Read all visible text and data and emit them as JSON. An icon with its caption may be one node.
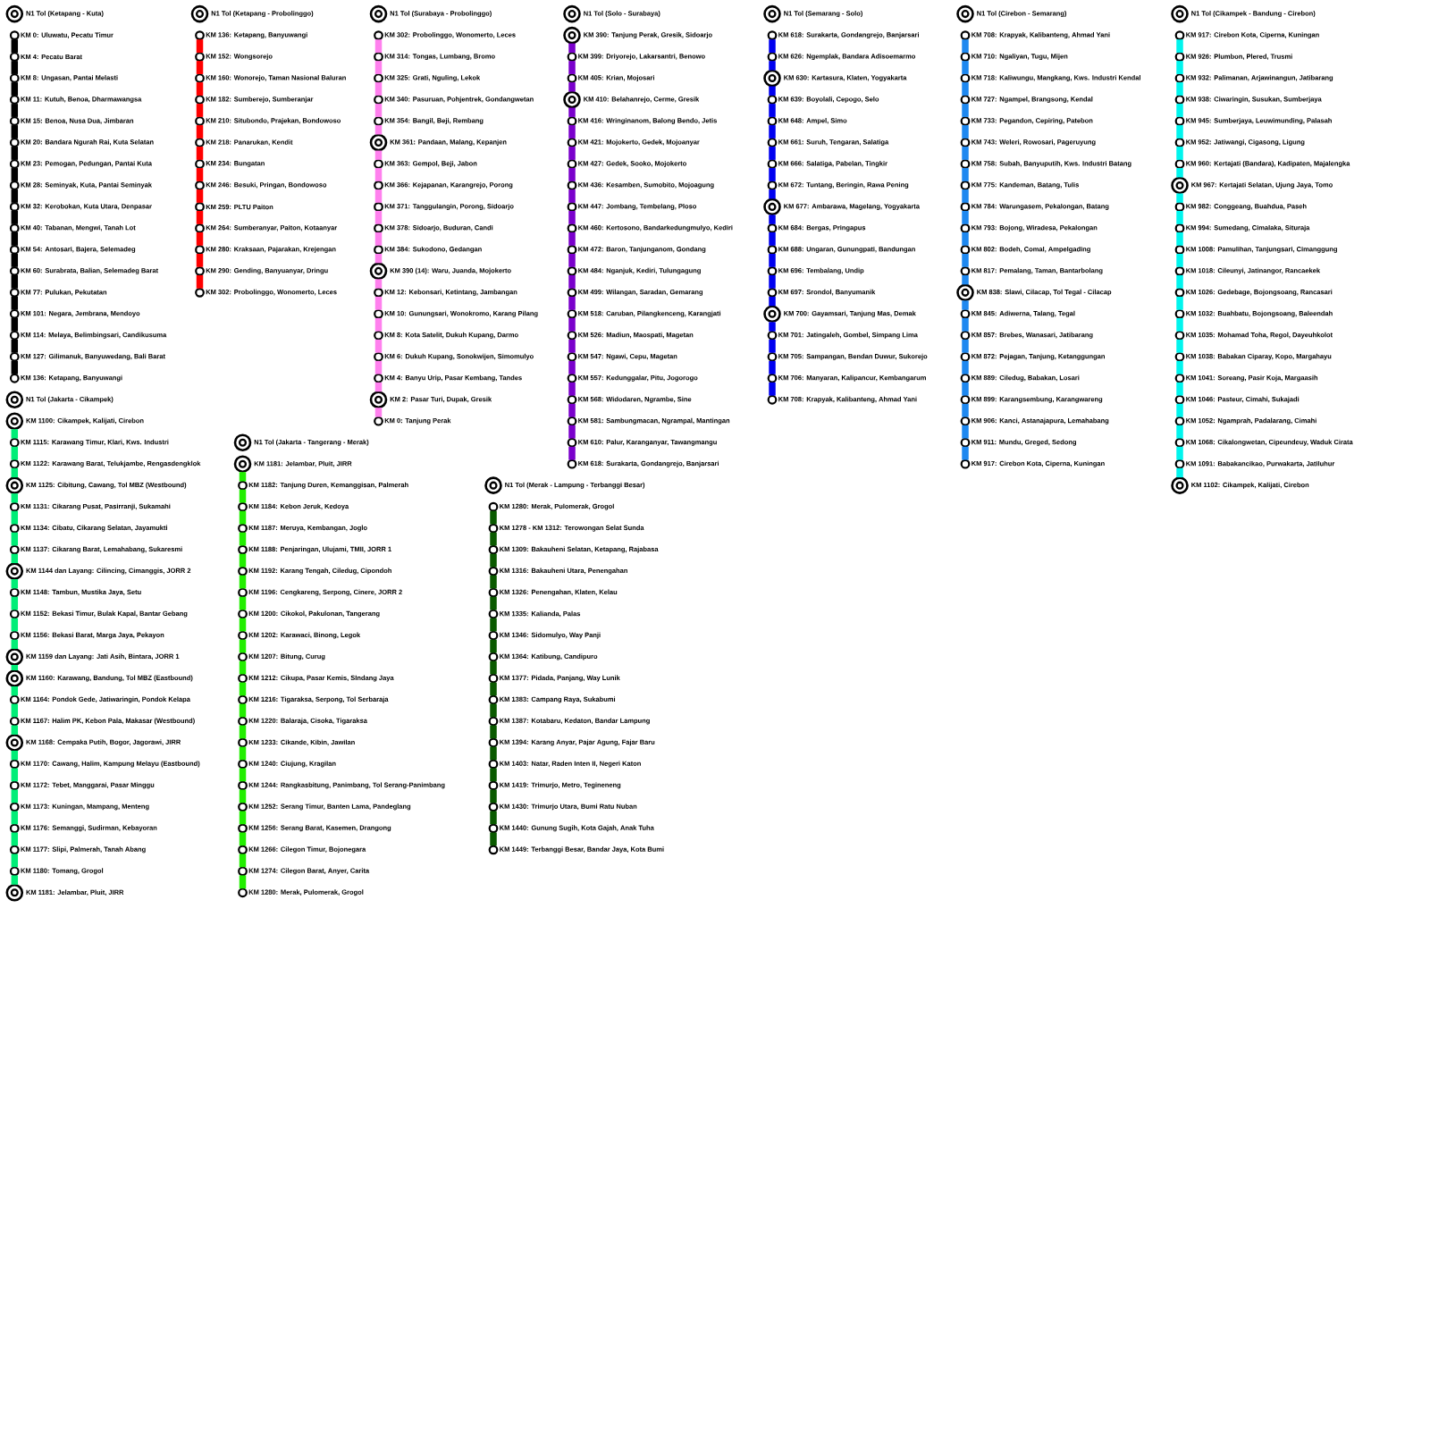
{
  "diagram": {
    "nodes": [
      {
        "text": [
          "N1 Tol (Ketapang - Kuta)"
        ]
      },
      {
        "text": [
          "KM 0: Uluwatu, Pecatu Timur"
        ]
      },
      {
        "text": [
          "KM 4: Pecatu Barat"
        ]
      },
      {
        "text": [
          "KM 8: Ungasan, Pantai Melasti"
        ]
      },
      {
        "text": [
          "KM 11: Kutuh, Benoa, Dharmawangsa"
        ]
      },
      {
        "text": [
          "KM 15: Benoa, Nusa Dua, Jimbaran"
        ]
      },
      {
        "text": [
          "KM 20: Bandara Ngurah Rai, Kuta Selatan"
        ]
      },
      {
        "text": [
          "KM 23: Pemogan, Pedungan, Pantai Kuta"
        ]
      },
      {
        "text": [
          "KM 28: Seminyak, Kuta, Pantai Seminyak"
        ]
      },
      {
        "text": [
          "KM 32: Kerobokan, Kuta Utara, Denpasar"
        ]
      },
      {
        "text": [
          "KM 40: Tabanan, Mengwi, Tanah Lot"
        ]
      },
      {
        "text": [
          "KM 54: Antosari, Bajera, Selemadeg"
        ]
      },
      {
        "text": [
          "KM 60: Surabrata, Balian, Selemadeg Barat"
        ]
      },
      {
        "text": [
          "KM 77: Pulukan, Pekutatan"
        ]
      },
      {
        "text": [
          "KM 101: Negara, Jembrana, Mendoyo"
        ]
      },
      {
        "text": [
          "KM 114: Melaya, Belimbingsari, Candikusuma"
        ]
      },
      {
        "text": [
          "KM 127: Gilimanuk, Banyuwedang, Bali Barat"
        ]
      },
      {
        "text": [
          "KM 136: Ketapang, Banyuwangi"
        ]
      },
      {
        "text": [
          "N1 Tol (Ketapang - Probolinggo)"
        ]
      },
      {
        "text": [
          "KM 136: Ketapang, Banyuwangi"
        ]
      },
      {
        "text": [
          "KM 152: Wongsorejo"
        ]
      },
      {
        "text": [
          "KM 160: Wonorejo, Taman Nasional Baluran"
        ]
      },
      {
        "text": [
          "KM 182: Sumberejo, Sumberanjar"
        ]
      },
      {
        "text": [
          "KM 210: Situbondo, Prajekan, Bondowoso"
        ]
      },
      {
        "text": [
          "KM 218: Panarukan, Kendit"
        ]
      },
      {
        "text": [
          "KM 234: Bungatan"
        ]
      },
      {
        "text": [
          "KM 246: Besuki, Pringan, Bondowoso"
        ]
      },
      {
        "text": [
          "KM 259: PLTU Paiton"
        ]
      },
      {
        "text": [
          "KM 264: Sumberanyar, Paiton, Kotaanyar"
        ]
      },
      {
        "text": [
          "KM 280: Kraksaan, Pajarakan, Krejengan"
        ]
      },
      {
        "text": [
          "KM 290: Gending, Banyuanyar, Dringu"
        ]
      },
      {
        "text": [
          "KM 302: Probolinggo, Wonomerto, Leces"
        ]
      },
      {
        "text": [
          "N1 Tol (Surabaya - Probolinggo)"
        ]
      },
      {
        "text": [
          "KM 302: Probolinggo, Wonomerto, Leces"
        ]
      },
      {
        "text": [
          "KM 314: Tongas, Lumbang, Bromo"
        ]
      },
      {
        "text": [
          "KM 325: Grati, Nguling, Lekok"
        ]
      },
      {
        "text": [
          "KM 340: Pasuruan, Pohjentrek, Gondangwetan"
        ]
      },
      {
        "text": [
          "KM 354: Bangil, Beji, Rembang"
        ]
      },
      {
        "text": [
          "KM 361: Pandaan, Malang, Kepanjen"
        ]
      },
      {
        "text": [
          "KM 363: Gempol, Beji, Jabon"
        ]
      },
      {
        "text": [
          "KM 366: Kejapanan, Karangrejo, Porong"
        ]
      },
      {
        "text": [
          "KM 371: Tanggulangin, Porong, Sidoarjo"
        ]
      },
      {
        "text": [
          "KM 378: Sidoarjo, Buduran, Candi"
        ]
      },
      {
        "text": [
          "KM 384: Sukodono, Gedangan"
        ]
      },
      {
        "text": [
          "KM 390 (14): Waru, Juanda, Mojokerto"
        ]
      },
      {
        "text": [
          "KM 12: Kebonsari, Ketintang, Jambangan"
        ]
      },
      {
        "text": [
          "KM 10: Gunungsari, Wonokromo, Karang Pilang"
        ]
      },
      {
        "text": [
          "KM 8: Kota Satelit, Dukuh Kupang, Darmo"
        ]
      },
      {
        "text": [
          "KM 6: Dukuh Kupang, Sonokwijen, Simomulyo"
        ]
      },
      {
        "text": [
          "KM 4: Banyu Urip, Pasar Kembang, Tandes"
        ]
      },
      {
        "text": [
          "KM 2: Pasar Turi, Dupak, Gresik"
        ]
      },
      {
        "text": [
          "KM 0: Tanjung Perak"
        ]
      },
      {
        "text": [
          "N1 Tol (Solo - Surabaya)"
        ]
      },
      {
        "text": [
          "KM 390: Tanjung Perak, Gresik, Sidoarjo"
        ]
      },
      {
        "text": [
          "KM 399: Driyorejo, Lakarsantri, Benowo"
        ]
      },
      {
        "text": [
          "KM 405: Krian, Mojosari"
        ]
      },
      {
        "text": [
          "KM 410: Belahanrejo, Cerme, Gresik"
        ]
      },
      {
        "text": [
          "KM 416: Wringinanom, Balong Bendo, Jetis"
        ]
      },
      {
        "text": [
          "KM 421: Mojokerto, Gedek, Mojoanyar"
        ]
      },
      {
        "text": [
          "KM 427: Gedek, Sooko, Mojokerto"
        ]
      },
      {
        "text": [
          "KM 436: Kesamben, Sumobito, Mojoagung"
        ]
      },
      {
        "text": [
          "KM 447: Jombang, Tembelang, Ploso"
        ]
      },
      {
        "text": [
          "KM 460: Kertosono, Bandarkedungmulyo, Kediri"
        ]
      },
      {
        "text": [
          "KM 472: Baron, Tanjunganom, Gondang"
        ]
      },
      {
        "text": [
          "KM 484: Nganjuk, Kediri, Tulungagung"
        ]
      },
      {
        "text": [
          "KM 499: Wilangan, Saradan, Gemarang"
        ]
      },
      {
        "text": [
          "KM 518: Caruban, Pilangkenceng, Karangjati"
        ]
      },
      {
        "text": [
          "KM 526: Madiun, Maospati, Magetan"
        ]
      },
      {
        "text": [
          "KM 547: Ngawi, Cepu, Magetan"
        ]
      },
      {
        "text": [
          "KM 557: Kedunggalar, Pitu, Jogorogo"
        ]
      },
      {
        "text": [
          "KM 568: Widodaren, Ngrambe, Sine"
        ]
      },
      {
        "text": [
          "KM 581: Sambungmacan, Ngrampal, Mantingan"
        ]
      },
      {
        "text": [
          "KM 610: Palur, Karanganyar, Tawangmangu"
        ]
      },
      {
        "text": [
          "KM 618: Surakarta, Gondangrejo, Banjarsari"
        ]
      },
      {
        "text": [
          "N1 Tol (Semarang - Solo)"
        ]
      },
      {
        "text": [
          "KM 618: Surakarta, Gondangrejo, Banjarsari"
        ]
      },
      {
        "text": [
          "KM 626: Ngemplak, Bandara Adisoemarmo"
        ]
      },
      {
        "text": [
          "KM 630: Kartasura, Klaten, Yogyakarta"
        ]
      },
      {
        "text": [
          "KM 639: Boyolali, Cepogo, Selo"
        ]
      },
      {
        "text": [
          "KM 648: Ampel, Simo"
        ]
      },
      {
        "text": [
          "KM 661: Suruh, Tengaran, Salatiga"
        ]
      },
      {
        "text": [
          "KM 666: Salatiga, Pabelan, Tingkir"
        ]
      },
      {
        "text": [
          "KM 672: Tuntang, Beringin, Rawa Pening"
        ]
      },
      {
        "text": [
          "KM 677: Ambarawa, Magelang, Yogyakarta"
        ]
      },
      {
        "text": [
          "KM 684: Bergas, Pringapus"
        ]
      },
      {
        "text": [
          "KM 688: Ungaran, Gunungpati, Bandungan"
        ]
      },
      {
        "text": [
          "KM 696: Tembalang, Undip"
        ]
      },
      {
        "text": [
          "KM 697: Srondol, Banyumanik"
        ]
      },
      {
        "text": [
          "KM 700: Gayamsari, Tanjung Mas, Demak"
        ]
      },
      {
        "text": [
          "KM 701: Jatingaleh, Gombel, Simpang Lima"
        ]
      },
      {
        "text": [
          "KM 705: Sampangan, Bendan Duwur, Sukorejo"
        ]
      },
      {
        "text": [
          "KM 706: Manyaran, Kalipancur, Kembangarum"
        ]
      },
      {
        "text": [
          "KM 708: Krapyak, Kalibanteng, Ahmad Yani"
        ]
      },
      {
        "text": [
          "N1 Tol (Cirebon - Semarang)"
        ]
      },
      {
        "text": [
          "KM 708: Krapyak, Kalibanteng, Ahmad Yani"
        ]
      },
      {
        "text": [
          "KM 710: Ngaliyan, Tugu, Mijen"
        ]
      },
      {
        "text": [
          "KM 718: Kaliwungu, Mangkang, Kws. Industri Kendal"
        ]
      },
      {
        "text": [
          "KM 727: Ngampel, Brangsong, Kendal"
        ]
      },
      {
        "text": [
          "KM 733: Pegandon, Cepiring, Patebon"
        ]
      },
      {
        "text": [
          "KM 743: Weleri, Rowosari, Pageruyung"
        ]
      },
      {
        "text": [
          "KM 758: Subah, Banyuputih, Kws. Industri Batang"
        ]
      },
      {
        "text": [
          "KM 775: Kandeman, Batang, Tulis"
        ]
      },
      {
        "text": [
          "KM 784: Warungasem, Pekalongan, Batang"
        ]
      },
      {
        "text": [
          "KM 793: Bojong, Wiradesa, Pekalongan"
        ]
      },
      {
        "text": [
          "KM 802: Bodeh, Comal, Ampelgading"
        ]
      },
      {
        "text": [
          "KM 817: Pemalang, Taman, Bantarbolang"
        ]
      },
      {
        "text": [
          "KM 838: Slawi, Cilacap, Tol Tegal - Cilacap"
        ]
      },
      {
        "text": [
          "KM 845: Adiwerna, Talang, Tegal"
        ]
      },
      {
        "text": [
          "KM 857: Brebes, Wanasari, Jatibarang"
        ]
      },
      {
        "text": [
          "KM 872: Pejagan, Tanjung, Ketanggungan"
        ]
      },
      {
        "text": [
          "KM 889: Ciledug, Babakan, Losari"
        ]
      },
      {
        "text": [
          "KM 899: Karangsembung, Karangwareng"
        ]
      },
      {
        "text": [
          "KM 906: Kanci, Astanajapura, Lemahabang"
        ]
      },
      {
        "text": [
          "KM 911: Mundu, Greged, Sedong"
        ]
      },
      {
        "text": [
          "KM 917: Cirebon Kota, Ciperna, Kuningan"
        ]
      },
      {
        "text": [
          "N1 Tol (Cikampek - Bandung - Cirebon)"
        ]
      },
      {
        "text": [
          "KM 917: Cirebon Kota, Ciperna, Kuningan"
        ]
      },
      {
        "text": [
          "KM 926: Plumbon, Plered, Trusmi"
        ]
      },
      {
        "text": [
          "KM 932: Palimanan, Arjawinangun, Jatibarang"
        ]
      },
      {
        "text": [
          "KM 938: Ciwaringin, Susukan, Sumberjaya"
        ]
      },
      {
        "text": [
          "KM 945: Sumberjaya, Leuwimunding, Palasah"
        ]
      },
      {
        "text": [
          "KM 952: Jatiwangi, Cigasong, Ligung"
        ]
      },
      {
        "text": [
          "KM 960: Kertajati (Bandara), Kadipaten, Majalengka"
        ]
      },
      {
        "text": [
          "KM 967: Kertajati Selatan, Ujung Jaya, Tomo"
        ]
      },
      {
        "text": [
          "KM 982: Conggeang, Buahdua, Paseh"
        ]
      },
      {
        "text": [
          "KM 994: Sumedang, Cimalaka, Situraja"
        ]
      },
      {
        "text": [
          "KM 1008: Pamulihan, Tanjungsari, Cimanggung"
        ]
      },
      {
        "text": [
          "KM 1018: Cileunyi, Jatinangor, Rancaekek"
        ]
      },
      {
        "text": [
          "KM 1026: Gedebage, Bojongsoang, Rancasari"
        ]
      },
      {
        "text": [
          "KM 1032: Buahbatu, Bojongsoang, Baleendah"
        ]
      },
      {
        "text": [
          "KM 1035: Mohamad Toha, Regol, Dayeuhkolot"
        ]
      },
      {
        "text": [
          "KM 1038: Babakan Ciparay, Kopo, Margahayu"
        ]
      },
      {
        "text": [
          "KM 1041: Soreang, Pasir Koja, Margaasih"
        ]
      },
      {
        "text": [
          "KM 1046: Pasteur, Cimahi, Sukajadi"
        ]
      },
      {
        "text": [
          "KM 1052: Ngamprah, Padalarang, Cimahi"
        ]
      },
      {
        "text": [
          "KM 1068: Cikalongwetan, Cipeundeuy, Waduk Cirata"
        ]
      },
      {
        "text": [
          "KM 1091: Babakancikao, Purwakarta, Jatiluhur"
        ]
      },
      {
        "text": [
          "KM 1102: Cikampek, Kalijati, Cirebon"
        ]
      },
      {
        "text": [
          "N1 Tol (Jakarta - Cikampek)"
        ]
      },
      {
        "text": [
          "KM 1100: Cikampek, Kalijati, Cirebon"
        ]
      },
      {
        "text": [
          "KM 1115: Karawang Timur, Klari, Kws. Industri"
        ]
      },
      {
        "text": [
          "KM 1122: Karawang Barat, Telukjambe, Rengasdengklok"
        ]
      },
      {
        "text": [
          "KM 1125: Cibitung, Cawang, Tol MBZ (Westbound)"
        ]
      },
      {
        "text": [
          "KM 1131: Cikarang Pusat, Pasirranji, Sukamahi"
        ]
      },
      {
        "text": [
          "KM 1134: Cibatu, Cikarang Selatan, Jayamukti"
        ]
      },
      {
        "text": [
          "KM 1137: Cikarang Barat, Lemahabang, Sukaresmi"
        ]
      },
      {
        "text": [
          "KM 1144 dan Layang: Cilincing, Cimanggis, JORR 2"
        ]
      },
      {
        "text": [
          "KM 1148: Tambun, Mustika Jaya, Setu"
        ]
      },
      {
        "text": [
          "KM 1152: Bekasi Timur, Bulak Kapal, Bantar Gebang"
        ]
      },
      {
        "text": [
          "KM 1156: Bekasi Barat, Marga Jaya, Pekayon"
        ]
      },
      {
        "text": [
          "KM 1159 dan Layang: Jati Asih, Bintara, JORR 1"
        ]
      },
      {
        "text": [
          "KM 1160: Karawang, Bandung, Tol MBZ (Eastbound)"
        ]
      },
      {
        "text": [
          "KM 1164: Pondok Gede, Jatiwaringin, Pondok Kelapa"
        ]
      },
      {
        "text": [
          "KM 1167: Halim PK, Kebon Pala, Makasar (Westbound)"
        ]
      },
      {
        "text": [
          "KM 1168: Cempaka Putih, Bogor, Jagorawi, JIRR"
        ]
      },
      {
        "text": [
          "KM 1170: Cawang, Halim, Kampung Melayu (Eastbound)"
        ]
      },
      {
        "text": [
          "KM 1172: Tebet, Manggarai, Pasar Minggu"
        ]
      },
      {
        "text": [
          "KM 1173: Kuningan, Mampang, Menteng"
        ]
      },
      {
        "text": [
          "KM 1176: Semanggi, Sudirman, Kebayoran"
        ]
      },
      {
        "text": [
          "KM 1177: Slipi, Palmerah, Tanah Abang"
        ]
      },
      {
        "text": [
          "KM 1180: Tomang, Grogol"
        ]
      },
      {
        "text": [
          "KM 1181: Jelambar, Pluit, JIRR"
        ]
      },
      {
        "text": [
          "N1 Tol (Jakarta - Tangerang - Merak)"
        ]
      },
      {
        "text": [
          "KM 1181: Jelambar, Pluit, JIRR"
        ]
      },
      {
        "text": [
          "KM 1182: Tanjung Duren, Kemanggisan, Palmerah"
        ]
      },
      {
        "text": [
          "KM 1184: Kebon Jeruk, Kedoya"
        ]
      },
      {
        "text": [
          "KM 1187: Meruya, Kembangan, Joglo"
        ]
      },
      {
        "text": [
          "KM 1188: Penjaringan, Ulujami, TMII, JORR 1"
        ]
      },
      {
        "text": [
          "KM 1192: Karang Tengah, Ciledug, Cipondoh"
        ]
      },
      {
        "text": [
          "KM 1196: Cengkareng, Serpong, Cinere, JORR 2"
        ]
      },
      {
        "text": [
          "KM 1200: Cikokol, Pakulonan, Tangerang"
        ]
      },
      {
        "text": [
          "KM 1202: Karawaci, Binong, Legok"
        ]
      },
      {
        "text": [
          "KM 1207: Bitung, Curug"
        ]
      },
      {
        "text": [
          "KM 1212: Cikupa, Pasar Kemis, SIndang Jaya"
        ]
      },
      {
        "text": [
          "KM 1216: Tigaraksa, Serpong, Tol Serbaraja"
        ]
      },
      {
        "text": [
          "KM 1220: Balaraja, Cisoka, Tigaraksa"
        ]
      },
      {
        "text": [
          "KM 1233: Cikande, Kibin, Jawilan"
        ]
      },
      {
        "text": [
          "KM 1240: Ciujung, Kragilan"
        ]
      },
      {
        "text": [
          "KM 1244: Rangkasbitung, Panimbang, Tol Serang-Panimbang"
        ]
      },
      {
        "text": [
          "KM 1252: Serang Timur, Banten Lama, Pandeglang"
        ]
      },
      {
        "text": [
          "KM 1256: Serang Barat, Kasemen, Drangong"
        ]
      },
      {
        "text": [
          "KM 1266: Cilegon Timur, Bojonegara"
        ]
      },
      {
        "text": [
          "KM 1274: Cilegon Barat, Anyer, Carita"
        ]
      },
      {
        "text": [
          "KM 1280: Merak, Pulomerak, Grogol"
        ]
      },
      {
        "text": [
          "N1 Tol (Merak - Lampung - Terbanggi Besar)"
        ]
      },
      {
        "text": [
          "KM 1280: Merak, Pulomerak, Grogol"
        ]
      },
      {
        "text": [
          "KM 1278 - KM 1312: Terowongan Selat Sunda"
        ]
      },
      {
        "text": [
          "KM 1309: Bakauheni Selatan, Ketapang, Rajabasa"
        ]
      },
      {
        "text": [
          "KM 1316: Bakauheni Utara, Penengahan"
        ]
      },
      {
        "text": [
          "KM 1326: Penengahan, Klaten, Kelau"
        ]
      },
      {
        "text": [
          "KM 1335: Kalianda, Palas"
        ]
      },
      {
        "text": [
          "KM 1346: Sidomulyo, Way Panji"
        ]
      },
      {
        "text": [
          "KM 1364: Katibung, Candipuro"
        ]
      },
      {
        "text": [
          "KM 1377: Pidada, Panjang, Way Lunik"
        ]
      },
      {
        "text": [
          "KM 1383: Campang Raya, Sukabumi"
        ]
      },
      {
        "text": [
          "KM 1387: Kotabaru, Kedaton, Bandar Lampung"
        ]
      },
      {
        "text": [
          "KM 1394: Karang Anyar, Pajar Agung, Fajar Baru"
        ]
      },
      {
        "text": [
          "KM 1403: Natar, Raden Inten II, Negeri Katon"
        ]
      },
      {
        "text": [
          "KM 1419: Trimurjo, Metro, Tegineneng"
        ]
      },
      {
        "text": [
          "KM 1430: Trimurjo Utara, Bumi Ratu Nuban"
        ]
      },
      {
        "text": [
          "KM 1440: Gunung Sugih, Kota Gajah, Anak Tuha"
        ]
      },
      {
        "text": [
          "KM 1449: Terbanggi Besar, Bandar Jaya, Kota Bumi"
        ]
      }
    ],
    "edges": [
      {
        "from": 1,
        "to": 2,
        "arrow": "none",
        "color": "#000000"
      },
      {
        "from": 2,
        "to": 3,
        "arrow": "none",
        "color": "#000000"
      },
      {
        "from": 3,
        "to": 4,
        "arrow": "none",
        "color": "#000000"
      },
      {
        "from": 4,
        "to": 5,
        "arrow": "none",
        "color": "#000000"
      },
      {
        "from": 5,
        "to": 6,
        "arrow": "none",
        "color": "#000000"
      },
      {
        "from": 6,
        "to": 7,
        "arrow": "none",
        "color": "#000000"
      },
      {
        "from": 7,
        "to": 8,
        "arrow": "none",
        "color": "#000000"
      },
      {
        "from": 8,
        "to": 9,
        "arrow": "none",
        "color": "#000000"
      },
      {
        "from": 9,
        "to": 10,
        "arrow": "none",
        "color": "#000000"
      },
      {
        "from": 10,
        "to": 11,
        "arrow": "none",
        "color": "#000000"
      },
      {
        "from": 11,
        "to": 12,
        "arrow": "none",
        "color": "#000000"
      },
      {
        "from": 12,
        "to": 13,
        "arrow": "none",
        "color": "#000000"
      },
      {
        "from": 13,
        "to": 14,
        "arrow": "none",
        "color": "#000000"
      },
      {
        "from": 14,
        "to": 15,
        "arrow": "none",
        "color": "#000000"
      },
      {
        "from": 15,
        "to": 16,
        "arrow": "none",
        "color": "#000000"
      },
      {
        "from": 16,
        "to": 17,
        "arrow": "none",
        "color": "#000000"
      },
      {
        "from": 19,
        "to": 20,
        "arrow": "none",
        "color": "#ff0000"
      },
      {
        "from": 20,
        "to": 21,
        "arrow": "none",
        "color": "#ff0000"
      },
      {
        "from": 21,
        "to": 22,
        "arrow": "none",
        "color": "#ff0000"
      },
      {
        "from": 22,
        "to": 23,
        "arrow": "none",
        "color": "#ff0000"
      },
      {
        "from": 23,
        "to": 24,
        "arrow": "none",
        "color": "#ff0000"
      },
      {
        "from": 24,
        "to": 25,
        "arrow": "none",
        "color": "#ff0000"
      },
      {
        "from": 25,
        "to": 26,
        "arrow": "none",
        "color": "#ff0000"
      },
      {
        "from": 26,
        "to": 27,
        "arrow": "none",
        "color": "#ff0000"
      },
      {
        "from": 27,
        "to": 28,
        "arrow": "none",
        "color": "#ff0000"
      },
      {
        "from": 28,
        "to": 29,
        "arrow": "none",
        "color": "#ff0000"
      },
      {
        "from": 29,
        "to": 30,
        "arrow": "none",
        "color": "#ff0000"
      },
      {
        "from": 30,
        "to": 31,
        "arrow": "none",
        "color": "#ff0000"
      },
      {
        "from": 33,
        "to": 34,
        "arrow": "none",
        "color": "#ff80ee"
      },
      {
        "from": 34,
        "to": 35,
        "arrow": "none",
        "color": "#ff80ee"
      },
      {
        "from": 35,
        "to": 36,
        "arrow": "none",
        "color": "#ff80ee"
      },
      {
        "from": 36,
        "to": 37,
        "arrow": "none",
        "color": "#ff80ee"
      },
      {
        "from": 37,
        "to": 38,
        "arrow": "none",
        "color": "#ff80ee"
      },
      {
        "from": 38,
        "to": 39,
        "arrow": "none",
        "color": "#ff80ee"
      },
      {
        "from": 39,
        "to": 40,
        "arrow": "none",
        "color": "#ff80ee"
      },
      {
        "from": 40,
        "to": 41,
        "arrow": "none",
        "color": "#ff80ee"
      },
      {
        "from": 41,
        "to": 42,
        "arrow": "none",
        "color": "#ff80ee"
      },
      {
        "from": 42,
        "to": 43,
        "arrow": "none",
        "color": "#ff80ee"
      },
      {
        "from": 43,
        "to": 44,
        "arrow": "none",
        "color": "#ff80ee"
      },
      {
        "from": 44,
        "to": 45,
        "arrow": "none",
        "color": "#ff80ee"
      },
      {
        "from": 45,
        "to": 46,
        "arrow": "none",
        "color": "#ff80ee"
      },
      {
        "from": 46,
        "to": 47,
        "arrow": "none",
        "color": "#ff80ee"
      },
      {
        "from": 47,
        "to": 48,
        "arrow": "none",
        "color": "#ff80ee"
      },
      {
        "from": 48,
        "to": 49,
        "arrow": "none",
        "color": "#ff80ee"
      },
      {
        "from": 49,
        "to": 50,
        "arrow": "none",
        "color": "#ff80ee"
      },
      {
        "from": 50,
        "to": 51,
        "arrow": "none",
        "color": "#ff80ee"
      },
      {
        "from": 53,
        "to": 54,
        "arrow": "none",
        "color": "#7a00cc"
      },
      {
        "from": 54,
        "to": 55,
        "arrow": "none",
        "color": "#7a00cc"
      },
      {
        "from": 55,
        "to": 56,
        "arrow": "none",
        "color": "#7a00cc"
      },
      {
        "from": 56,
        "to": 57,
        "arrow": "none",
        "color": "#7a00cc"
      },
      {
        "from": 57,
        "to": 58,
        "arrow": "none",
        "color": "#7a00cc"
      },
      {
        "from": 58,
        "to": 59,
        "arrow": "none",
        "color": "#7a00cc"
      },
      {
        "from": 59,
        "to": 60,
        "arrow": "none",
        "color": "#7a00cc"
      },
      {
        "from": 60,
        "to": 61,
        "arrow": "none",
        "color": "#7a00cc"
      },
      {
        "from": 61,
        "to": 62,
        "arrow": "none",
        "color": "#7a00cc"
      },
      {
        "from": 62,
        "to": 63,
        "arrow": "none",
        "color": "#7a00cc"
      },
      {
        "from": 63,
        "to": 64,
        "arrow": "none",
        "color": "#7a00cc"
      },
      {
        "from": 64,
        "to": 65,
        "arrow": "none",
        "color": "#7a00cc"
      },
      {
        "from": 65,
        "to": 66,
        "arrow": "none",
        "color": "#7a00cc"
      },
      {
        "from": 66,
        "to": 67,
        "arrow": "none",
        "color": "#7a00cc"
      },
      {
        "from": 67,
        "to": 68,
        "arrow": "none",
        "color": "#7a00cc"
      },
      {
        "from": 68,
        "to": 69,
        "arrow": "none",
        "color": "#7a00cc"
      },
      {
        "from": 69,
        "to": 70,
        "arrow": "none",
        "color": "#7a00cc"
      },
      {
        "from": 70,
        "to": 71,
        "arrow": "none",
        "color": "#7a00cc"
      },
      {
        "from": 71,
        "to": 72,
        "arrow": "none",
        "color": "#7a00cc"
      },
      {
        "from": 72,
        "to": 73,
        "arrow": "none",
        "color": "#7a00cc"
      },
      {
        "from": 75,
        "to": 76,
        "arrow": "none",
        "color": "#0000f0"
      },
      {
        "from": 76,
        "to": 77,
        "arrow": "none",
        "color": "#0000f0"
      },
      {
        "from": 77,
        "to": 78,
        "arrow": "none",
        "color": "#0000f0"
      },
      {
        "from": 78,
        "to": 79,
        "arrow": "none",
        "color": "#0000f0"
      },
      {
        "from": 79,
        "to": 80,
        "arrow": "none",
        "color": "#0000f0"
      },
      {
        "from": 80,
        "to": 81,
        "arrow": "none",
        "color": "#0000f0"
      },
      {
        "from": 81,
        "to": 82,
        "arrow": "none",
        "color": "#0000f0"
      },
      {
        "from": 82,
        "to": 83,
        "arrow": "none",
        "color": "#0000f0"
      },
      {
        "from": 83,
        "to": 84,
        "arrow": "none",
        "color": "#0000f0"
      },
      {
        "from": 84,
        "to": 85,
        "arrow": "none",
        "color": "#0000f0"
      },
      {
        "from": 85,
        "to": 86,
        "arrow": "none",
        "color": "#0000f0"
      },
      {
        "from": 86,
        "to": 87,
        "arrow": "none",
        "color": "#0000f0"
      },
      {
        "from": 87,
        "to": 88,
        "arrow": "none",
        "color": "#0000f0"
      },
      {
        "from": 88,
        "to": 89,
        "arrow": "none",
        "color": "#0000f0"
      },
      {
        "from": 89,
        "to": 90,
        "arrow": "none",
        "color": "#0000f0"
      },
      {
        "from": 90,
        "to": 91,
        "arrow": "none",
        "color": "#0000f0"
      },
      {
        "from": 91,
        "to": 92,
        "arrow": "none",
        "color": "#0000f0"
      },
      {
        "from": 94,
        "to": 95,
        "arrow": "none",
        "color": "#1e88f0"
      },
      {
        "from": 95,
        "to": 96,
        "arrow": "none",
        "color": "#1e88f0"
      },
      {
        "from": 96,
        "to": 97,
        "arrow": "none",
        "color": "#1e88f0"
      },
      {
        "from": 97,
        "to": 98,
        "arrow": "none",
        "color": "#1e88f0"
      },
      {
        "from": 98,
        "to": 99,
        "arrow": "none",
        "color": "#1e88f0"
      },
      {
        "from": 99,
        "to": 100,
        "arrow": "none",
        "color": "#1e88f0"
      },
      {
        "from": 100,
        "to": 101,
        "arrow": "none",
        "color": "#1e88f0"
      },
      {
        "from": 101,
        "to": 102,
        "arrow": "none",
        "color": "#1e88f0"
      },
      {
        "from": 102,
        "to": 103,
        "arrow": "none",
        "color": "#1e88f0"
      },
      {
        "from": 103,
        "to": 104,
        "arrow": "none",
        "color": "#1e88f0"
      },
      {
        "from": 104,
        "to": 105,
        "arrow": "none",
        "color": "#1e88f0"
      },
      {
        "from": 105,
        "to": 106,
        "arrow": "none",
        "color": "#1e88f0"
      },
      {
        "from": 106,
        "to": 107,
        "arrow": "none",
        "color": "#1e88f0"
      },
      {
        "from": 107,
        "to": 108,
        "arrow": "none",
        "color": "#1e88f0"
      },
      {
        "from": 108,
        "to": 109,
        "arrow": "none",
        "color": "#1e88f0"
      },
      {
        "from": 109,
        "to": 110,
        "arrow": "none",
        "color": "#1e88f0"
      },
      {
        "from": 110,
        "to": 111,
        "arrow": "none",
        "color": "#1e88f0"
      },
      {
        "from": 111,
        "to": 112,
        "arrow": "none",
        "color": "#1e88f0"
      },
      {
        "from": 112,
        "to": 113,
        "arrow": "none",
        "color": "#1e88f0"
      },
      {
        "from": 113,
        "to": 114,
        "arrow": "none",
        "color": "#1e88f0"
      },
      {
        "from": 116,
        "to": 117,
        "arrow": "none",
        "color": "#00f5ee"
      },
      {
        "from": 117,
        "to": 118,
        "arrow": "none",
        "color": "#00f5ee"
      },
      {
        "from": 118,
        "to": 119,
        "arrow": "none",
        "color": "#00f5ee"
      },
      {
        "from": 119,
        "to": 120,
        "arrow": "none",
        "color": "#00f5ee"
      },
      {
        "from": 120,
        "to": 121,
        "arrow": "none",
        "color": "#00f5ee"
      },
      {
        "from": 121,
        "to": 122,
        "arrow": "none",
        "color": "#00f5ee"
      },
      {
        "from": 122,
        "to": 123,
        "arrow": "none",
        "color": "#00f5ee"
      },
      {
        "from": 123,
        "to": 124,
        "arrow": "none",
        "color": "#00f5ee"
      },
      {
        "from": 124,
        "to": 125,
        "arrow": "none",
        "color": "#00f5ee"
      },
      {
        "from": 125,
        "to": 126,
        "arrow": "none",
        "color": "#00f5ee"
      },
      {
        "from": 126,
        "to": 127,
        "arrow": "none",
        "color": "#00f5ee"
      },
      {
        "from": 127,
        "to": 128,
        "arrow": "none",
        "color": "#00f5ee"
      },
      {
        "from": 128,
        "to": 129,
        "arrow": "none",
        "color": "#00f5ee"
      },
      {
        "from": 129,
        "to": 130,
        "arrow": "none",
        "color": "#00f5ee"
      },
      {
        "from": 130,
        "to": 131,
        "arrow": "none",
        "color": "#00f5ee"
      },
      {
        "from": 131,
        "to": 132,
        "arrow": "none",
        "color": "#00f5ee"
      },
      {
        "from": 132,
        "to": 133,
        "arrow": "none",
        "color": "#00f5ee"
      },
      {
        "from": 133,
        "to": 134,
        "arrow": "none",
        "color": "#00f5ee"
      },
      {
        "from": 134,
        "to": 135,
        "arrow": "none",
        "color": "#00f5ee"
      },
      {
        "from": 135,
        "to": 136,
        "arrow": "none",
        "color": "#00f5ee"
      },
      {
        "from": 136,
        "to": 137,
        "arrow": "none",
        "color": "#00f5ee"
      },
      {
        "from": 139,
        "to": 140,
        "arrow": "none",
        "color": "#00ee77"
      },
      {
        "from": 140,
        "to": 141,
        "arrow": "none",
        "color": "#00ee77"
      },
      {
        "from": 141,
        "to": 142,
        "arrow": "none",
        "color": "#00ee77"
      },
      {
        "from": 142,
        "to": 143,
        "arrow": "none",
        "color": "#00ee77"
      },
      {
        "from": 143,
        "to": 144,
        "arrow": "none",
        "color": "#00ee77"
      },
      {
        "from": 144,
        "to": 145,
        "arrow": "none",
        "color": "#00ee77"
      },
      {
        "from": 145,
        "to": 146,
        "arrow": "none",
        "color": "#00ee77"
      },
      {
        "from": 146,
        "to": 147,
        "arrow": "none",
        "color": "#00ee77"
      },
      {
        "from": 147,
        "to": 148,
        "arrow": "none",
        "color": "#00ee77"
      },
      {
        "from": 148,
        "to": 149,
        "arrow": "none",
        "color": "#00ee77"
      },
      {
        "from": 149,
        "to": 150,
        "arrow": "none",
        "color": "#00ee77"
      },
      {
        "from": 150,
        "to": 151,
        "arrow": "none",
        "color": "#00ee77"
      },
      {
        "from": 151,
        "to": 152,
        "arrow": "none",
        "color": "#00ee77"
      },
      {
        "from": 152,
        "to": 153,
        "arrow": "none",
        "color": "#00ee77"
      },
      {
        "from": 153,
        "to": 154,
        "arrow": "none",
        "color": "#00ee77"
      },
      {
        "from": 154,
        "to": 155,
        "arrow": "none",
        "color": "#00ee77"
      },
      {
        "from": 155,
        "to": 156,
        "arrow": "none",
        "color": "#00ee77"
      },
      {
        "from": 156,
        "to": 157,
        "arrow": "none",
        "color": "#00ee77"
      },
      {
        "from": 157,
        "to": 158,
        "arrow": "none",
        "color": "#00ee77"
      },
      {
        "from": 158,
        "to": 159,
        "arrow": "none",
        "color": "#00ee77"
      },
      {
        "from": 159,
        "to": 160,
        "arrow": "none",
        "color": "#00ee77"
      },
      {
        "from": 160,
        "to": 161,
        "arrow": "none",
        "color": "#00ee77"
      },
      {
        "from": 163,
        "to": 164,
        "arrow": "none",
        "color": "#22ee00"
      },
      {
        "from": 164,
        "to": 165,
        "arrow": "none",
        "color": "#22ee00"
      },
      {
        "from": 165,
        "to": 166,
        "arrow": "none",
        "color": "#22ee00"
      },
      {
        "from": 166,
        "to": 167,
        "arrow": "none",
        "color": "#22ee00"
      },
      {
        "from": 167,
        "to": 168,
        "arrow": "none",
        "color": "#22ee00"
      },
      {
        "from": 168,
        "to": 169,
        "arrow": "none",
        "color": "#22ee00"
      },
      {
        "from": 169,
        "to": 170,
        "arrow": "none",
        "color": "#22ee00"
      },
      {
        "from": 170,
        "to": 171,
        "arrow": "none",
        "color": "#22ee00"
      },
      {
        "from": 171,
        "to": 172,
        "arrow": "none",
        "color": "#22ee00"
      },
      {
        "from": 172,
        "to": 173,
        "arrow": "none",
        "color": "#22ee00"
      },
      {
        "from": 173,
        "to": 174,
        "arrow": "none",
        "color": "#22ee00"
      },
      {
        "from": 174,
        "to": 175,
        "arrow": "none",
        "color": "#22ee00"
      },
      {
        "from": 175,
        "to": 176,
        "arrow": "none",
        "color": "#22ee00"
      },
      {
        "from": 176,
        "to": 177,
        "arrow": "none",
        "color": "#22ee00"
      },
      {
        "from": 177,
        "to": 178,
        "arrow": "none",
        "color": "#22ee00"
      },
      {
        "from": 178,
        "to": 179,
        "arrow": "none",
        "color": "#22ee00"
      },
      {
        "from": 179,
        "to": 180,
        "arrow": "none",
        "color": "#22ee00"
      },
      {
        "from": 180,
        "to": 181,
        "arrow": "none",
        "color": "#22ee00"
      },
      {
        "from": 181,
        "to": 182,
        "arrow": "none",
        "color": "#22ee00"
      },
      {
        "from": 182,
        "to": 183,
        "arrow": "none",
        "color": "#22ee00"
      },
      {
        "from": 185,
        "to": 186,
        "arrow": "none",
        "color": "#0a5a00"
      },
      {
        "from": 186,
        "to": 187,
        "arrow": "none",
        "color": "#0a5a00"
      },
      {
        "from": 187,
        "to": 188,
        "arrow": "none",
        "color": "#0a5a00"
      },
      {
        "from": 188,
        "to": 189,
        "arrow": "none",
        "color": "#0a5a00"
      },
      {
        "from": 189,
        "to": 190,
        "arrow": "none",
        "color": "#0a5a00"
      },
      {
        "from": 190,
        "to": 191,
        "arrow": "none",
        "color": "#0a5a00"
      },
      {
        "from": 191,
        "to": 192,
        "arrow": "none",
        "color": "#0a5a00"
      },
      {
        "from": 192,
        "to": 193,
        "arrow": "none",
        "color": "#0a5a00"
      },
      {
        "from": 193,
        "to": 194,
        "arrow": "none",
        "color": "#0a5a00"
      },
      {
        "from": 194,
        "to": 195,
        "arrow": "none",
        "color": "#0a5a00"
      },
      {
        "from": 195,
        "to": 196,
        "arrow": "none",
        "color": "#0a5a00"
      },
      {
        "from": 196,
        "to": 197,
        "arrow": "none",
        "color": "#0a5a00"
      },
      {
        "from": 197,
        "to": 198,
        "arrow": "none",
        "color": "#0a5a00"
      },
      {
        "from": 198,
        "to": 199,
        "arrow": "none",
        "color": "#0a5a00"
      },
      {
        "from": 199,
        "to": 200,
        "arrow": "none",
        "color": "#0a5a00"
      },
      {
        "from": 200,
        "to": 201,
        "arrow": "none",
        "color": "#0a5a00"
      }
    ]
  }
}
